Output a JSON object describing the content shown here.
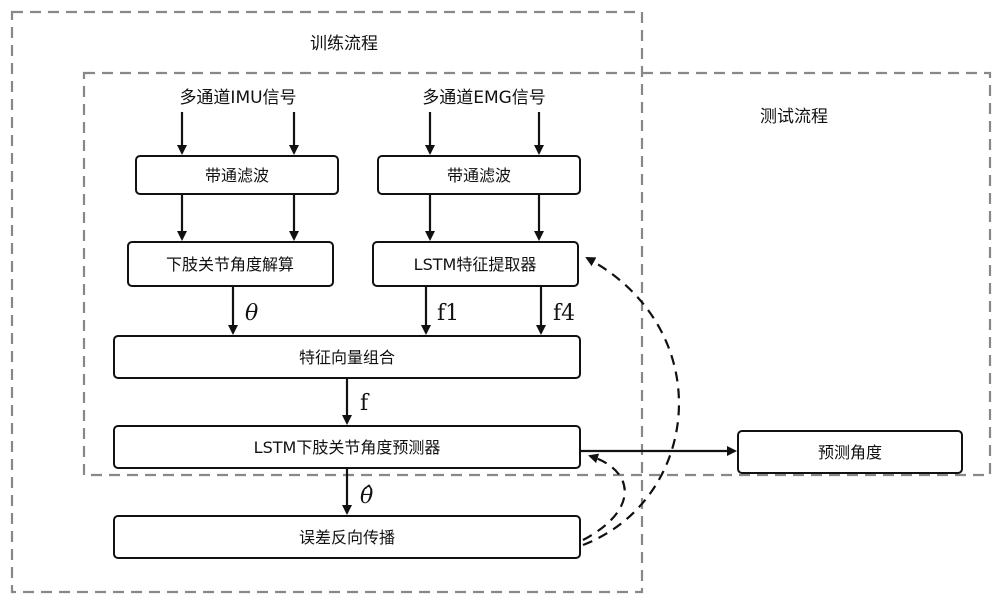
{
  "regions": {
    "training": "训练流程",
    "testing": "测试流程"
  },
  "inputs": {
    "imu": "多通道IMU信号",
    "emg": "多通道EMG信号"
  },
  "nodes": {
    "bandpass_imu": "带通滤波",
    "bandpass_emg": "带通滤波",
    "angle_solve": "下肢关节角度解算",
    "lstm_feature": "LSTM特征提取器",
    "feature_combine": "特征向量组合",
    "lstm_predictor": "LSTM下肢关节角度预测器",
    "predicted_angle": "预测角度",
    "backprop": "误差反向传播"
  },
  "symbols": {
    "theta": "θ",
    "f1": "f1",
    "f4": "f4",
    "f": "f",
    "theta_hat": "θ̂"
  }
}
